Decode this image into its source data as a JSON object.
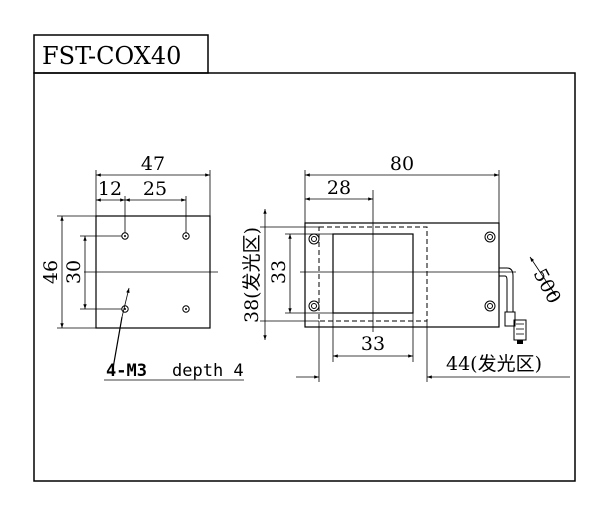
{
  "title": "FST-COX40",
  "left_view": {
    "dim_width": "47",
    "dim_hole_offset": "12",
    "dim_hole_spacing": "25",
    "dim_height": "46",
    "dim_hole_vertical": "30",
    "hole_note_thread": "4-M3",
    "hole_note_depth": "depth 4"
  },
  "right_view": {
    "dim_width": "80",
    "dim_center_offset": "28",
    "dim_emit_height": "38(发光区)",
    "dim_window_height": "33",
    "dim_window_width": "33",
    "dim_emit_width": "44(发光区)",
    "dim_cable_length": "500"
  }
}
